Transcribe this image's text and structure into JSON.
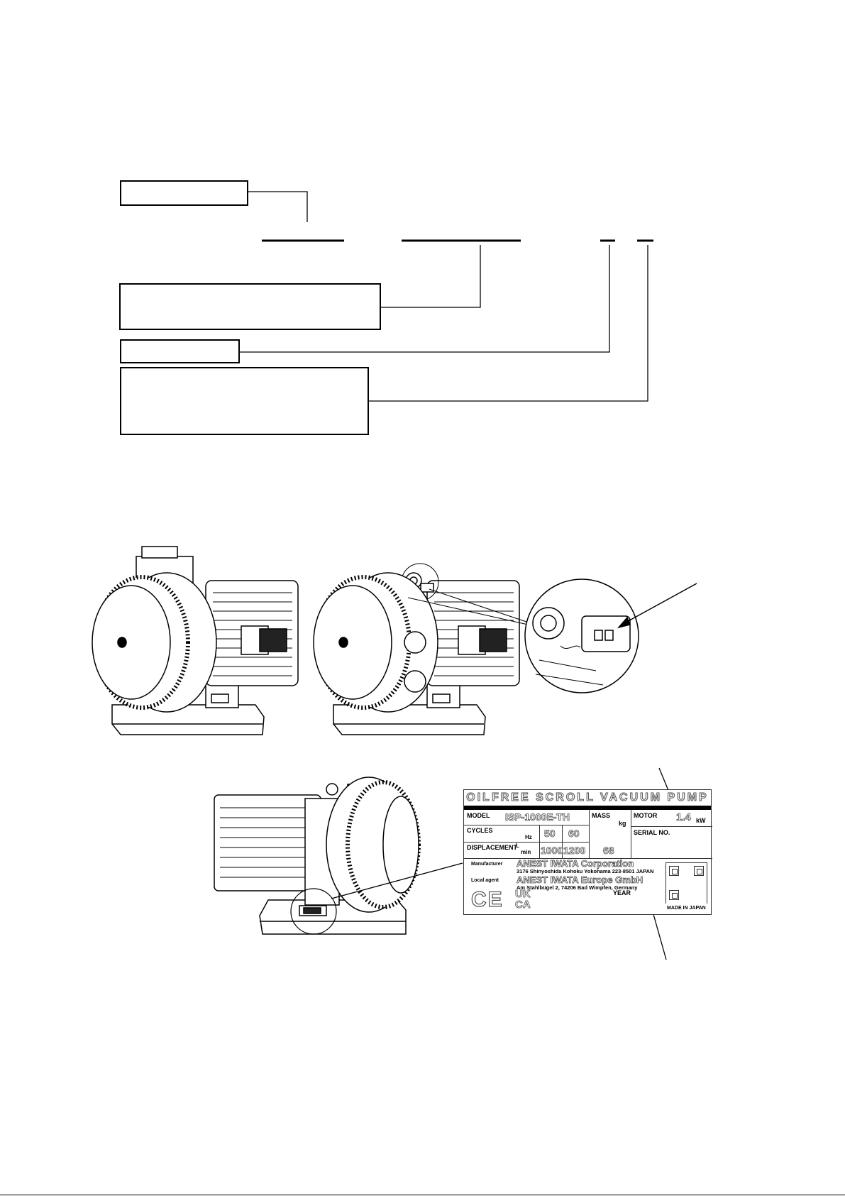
{
  "nameplate": {
    "title": "OILFREE SCROLL VACUUM PUMP",
    "model_label": "MODEL",
    "model_value": "ISP-1000E-TH",
    "mass_label": "MASS",
    "mass_unit": "kg",
    "mass_value": "68",
    "motor_label": "MOTOR",
    "motor_value": "1.4",
    "motor_unit": "kW",
    "serial_label": "SERIAL NO.",
    "cycles_label": "CYCLES",
    "cycles_unit": "Hz",
    "cycles_50": "50",
    "cycles_60": "60",
    "displacement_label": "DISPLACEMENT",
    "displacement_unit_top": "L",
    "displacement_unit_bottom": "min",
    "displacement_50": "1000",
    "displacement_60": "1200",
    "manufacturer_label": "Manufacturer",
    "manufacturer_name": "ANEST IWATA Corporation",
    "manufacturer_address": "3176 Shinyoshida Kohoku Yokohama 223-8501 JAPAN",
    "local_agent_label": "Local agent",
    "local_agent_name": "ANEST IWATA Europe GmbH",
    "local_agent_address": "Am Stahlbügel 2, 74206 Bad Wimpfen, Germany",
    "year_label": "YEAR",
    "ce_mark": "CE",
    "ukca_mark_top": "UK",
    "ukca_mark_bottom": "CA",
    "made_in": "MADE IN JAPAN"
  }
}
